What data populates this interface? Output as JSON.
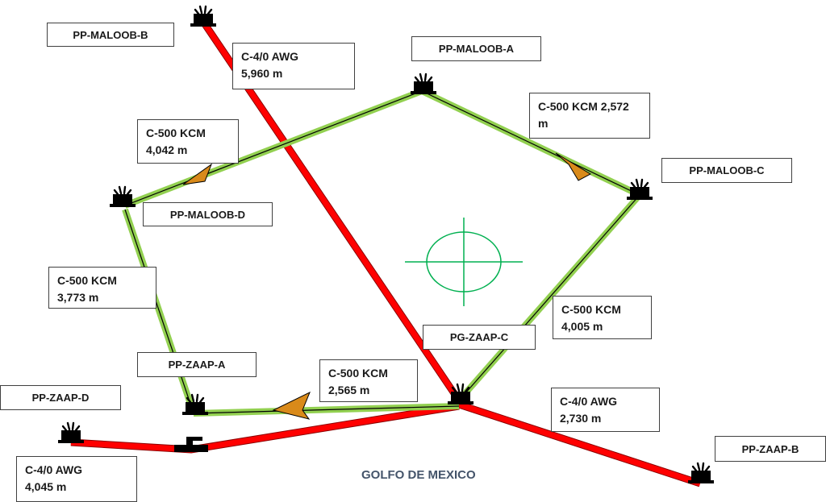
{
  "platforms": {
    "maloob_b": "PP-MALOOB-B",
    "maloob_a": "PP-MALOOB-A",
    "maloob_c": "PP-MALOOB-C",
    "maloob_d": "PP-MALOOB-D",
    "zaap_a": "PP-ZAAP-A",
    "zaap_c": "PG-ZAAP-C",
    "zaap_d": "PP-ZAAP-D",
    "zaap_b": "PP-ZAAP-B"
  },
  "cables": {
    "b_to_c": {
      "type": "C-4/0 AWG",
      "length": "5,960 m"
    },
    "a_to_d": {
      "type": "C-500 KCM",
      "length": "4,042 m"
    },
    "a_to_c": {
      "type": "C-500 KCM 2,572",
      "length": "m"
    },
    "d_to_zaap_a": {
      "type": "C-500 KCM",
      "length": "3,773 m"
    },
    "c_to_zaap_c": {
      "type": "C-500 KCM",
      "length": "4,005  m"
    },
    "zaap_c_to_zaap_a": {
      "type": "C-500 KCM",
      "length": "2,565 m"
    },
    "zaap_c_to_zaap_b": {
      "type": "C-4/0 AWG",
      "length": "2,730   m"
    },
    "zaap_d_link": {
      "type": "C-4/0 AWG",
      "length": "4,045  m"
    }
  },
  "region": "GOLFO DE MEXICO",
  "colors": {
    "green_cable": "#92d050",
    "red_cable": "#ff0000",
    "arrow": "#d98a1a",
    "target": "#00b050"
  }
}
